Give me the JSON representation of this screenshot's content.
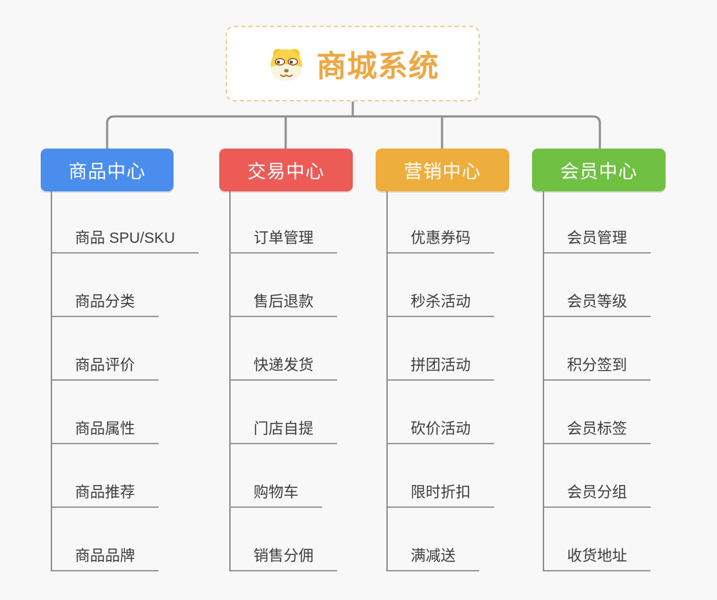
{
  "root": {
    "title": "商城系统",
    "icon": "dog-face-icon"
  },
  "branches": [
    {
      "label": "商品中心",
      "color": "#4a8ded",
      "children": [
        "商品 SPU/SKU",
        "商品分类",
        "商品评价",
        "商品属性",
        "商品推荐",
        "商品品牌"
      ]
    },
    {
      "label": "交易中心",
      "color": "#ec5b56",
      "children": [
        "订单管理",
        "售后退款",
        "快递发货",
        "门店自提",
        "购物车",
        "销售分佣"
      ]
    },
    {
      "label": "营销中心",
      "color": "#eeae3d",
      "children": [
        "优惠券码",
        "秒杀活动",
        "拼团活动",
        "砍价活动",
        "限时折扣",
        "满减送"
      ]
    },
    {
      "label": "会员中心",
      "color": "#70c043",
      "children": [
        "会员管理",
        "会员等级",
        "积分签到",
        "会员标签",
        "会员分组",
        "收货地址"
      ]
    }
  ],
  "colors": {
    "background": "#f8f8f8",
    "root_border": "#f2cd92",
    "root_title": "#eca844",
    "connector_line": "#8f8f8f",
    "item_underline": "#999999",
    "item_text": "#3d3d3d"
  }
}
